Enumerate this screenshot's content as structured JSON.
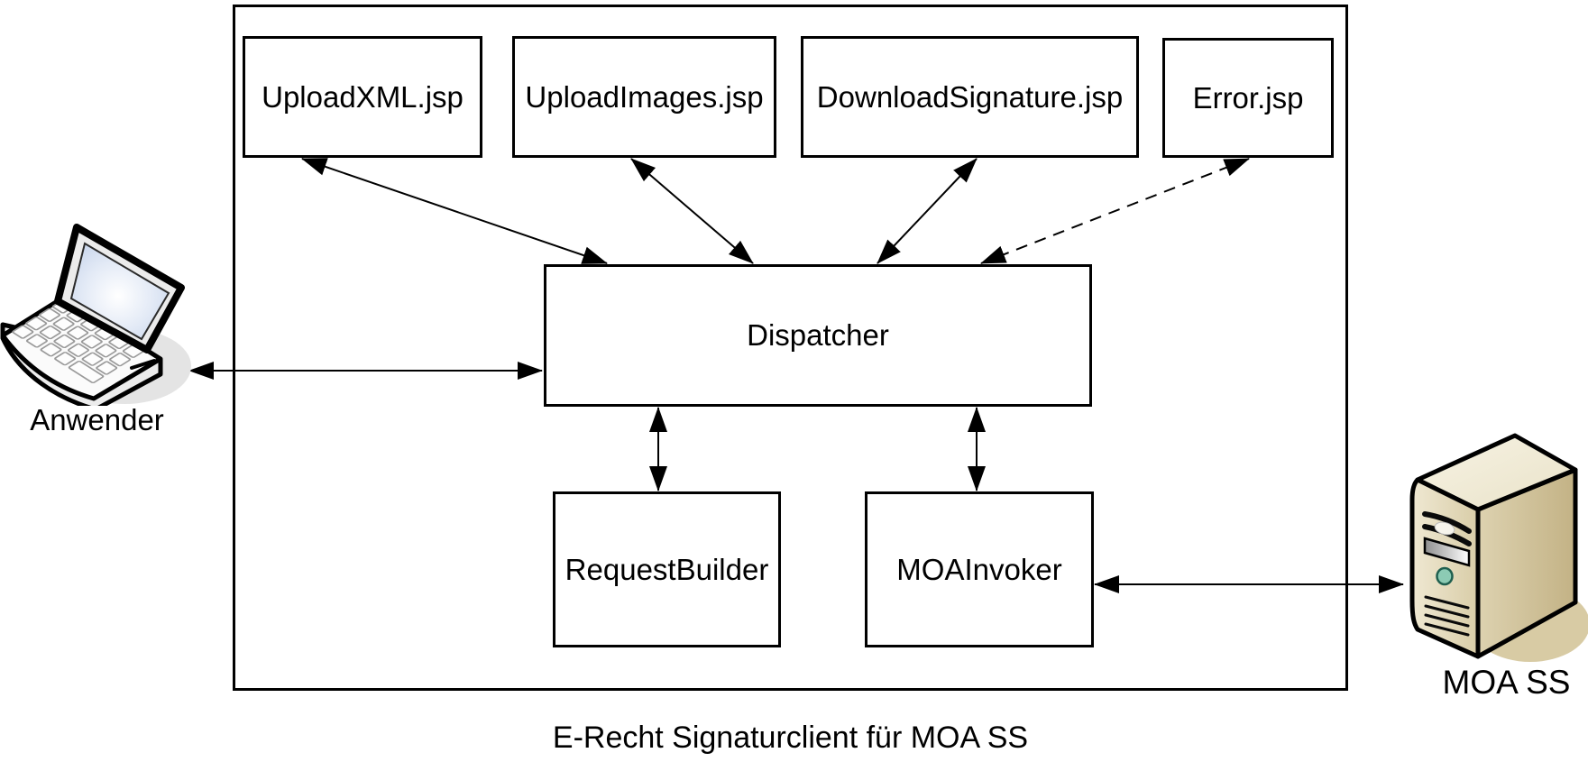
{
  "caption": "E-Recht Signaturclient für MOA SS",
  "nodes": {
    "upload_xml": "UploadXML.jsp",
    "upload_images": "UploadImages.jsp",
    "download_signature": "DownloadSignature.jsp",
    "error_jsp": "Error.jsp",
    "dispatcher": "Dispatcher",
    "request_builder": "RequestBuilder",
    "moa_invoker": "MOAInvoker"
  },
  "actors": {
    "user": {
      "label": "Anwender",
      "icon": "laptop-icon"
    },
    "moa_server": {
      "label": "MOA SS",
      "icon": "server-icon"
    }
  },
  "connections": [
    {
      "from": "upload_xml",
      "to": "dispatcher",
      "style": "solid",
      "bidirectional": true
    },
    {
      "from": "upload_images",
      "to": "dispatcher",
      "style": "solid",
      "bidirectional": true
    },
    {
      "from": "download_signature",
      "to": "dispatcher",
      "style": "solid",
      "bidirectional": true
    },
    {
      "from": "error_jsp",
      "to": "dispatcher",
      "style": "dashed",
      "bidirectional": true
    },
    {
      "from": "anwender_user",
      "to": "dispatcher",
      "style": "solid",
      "bidirectional": true
    },
    {
      "from": "dispatcher",
      "to": "request_builder",
      "style": "solid",
      "bidirectional": true
    },
    {
      "from": "dispatcher",
      "to": "moa_invoker",
      "style": "solid",
      "bidirectional": true
    },
    {
      "from": "moa_invoker",
      "to": "moa_ss_server",
      "style": "solid",
      "bidirectional": true
    }
  ],
  "colors": {
    "line": "#000000",
    "background": "#ffffff",
    "box_background": "#ffffff",
    "laptop_body": "#f2f2f2",
    "laptop_screen": "#d9e2f2",
    "laptop_shadow": "#e4e4e4",
    "server_top": "#f2edda",
    "server_front": "#e8e0c4",
    "server_side": "#cfc096",
    "server_shadow": "#d8cba4",
    "server_button": "#8ccbb4"
  }
}
